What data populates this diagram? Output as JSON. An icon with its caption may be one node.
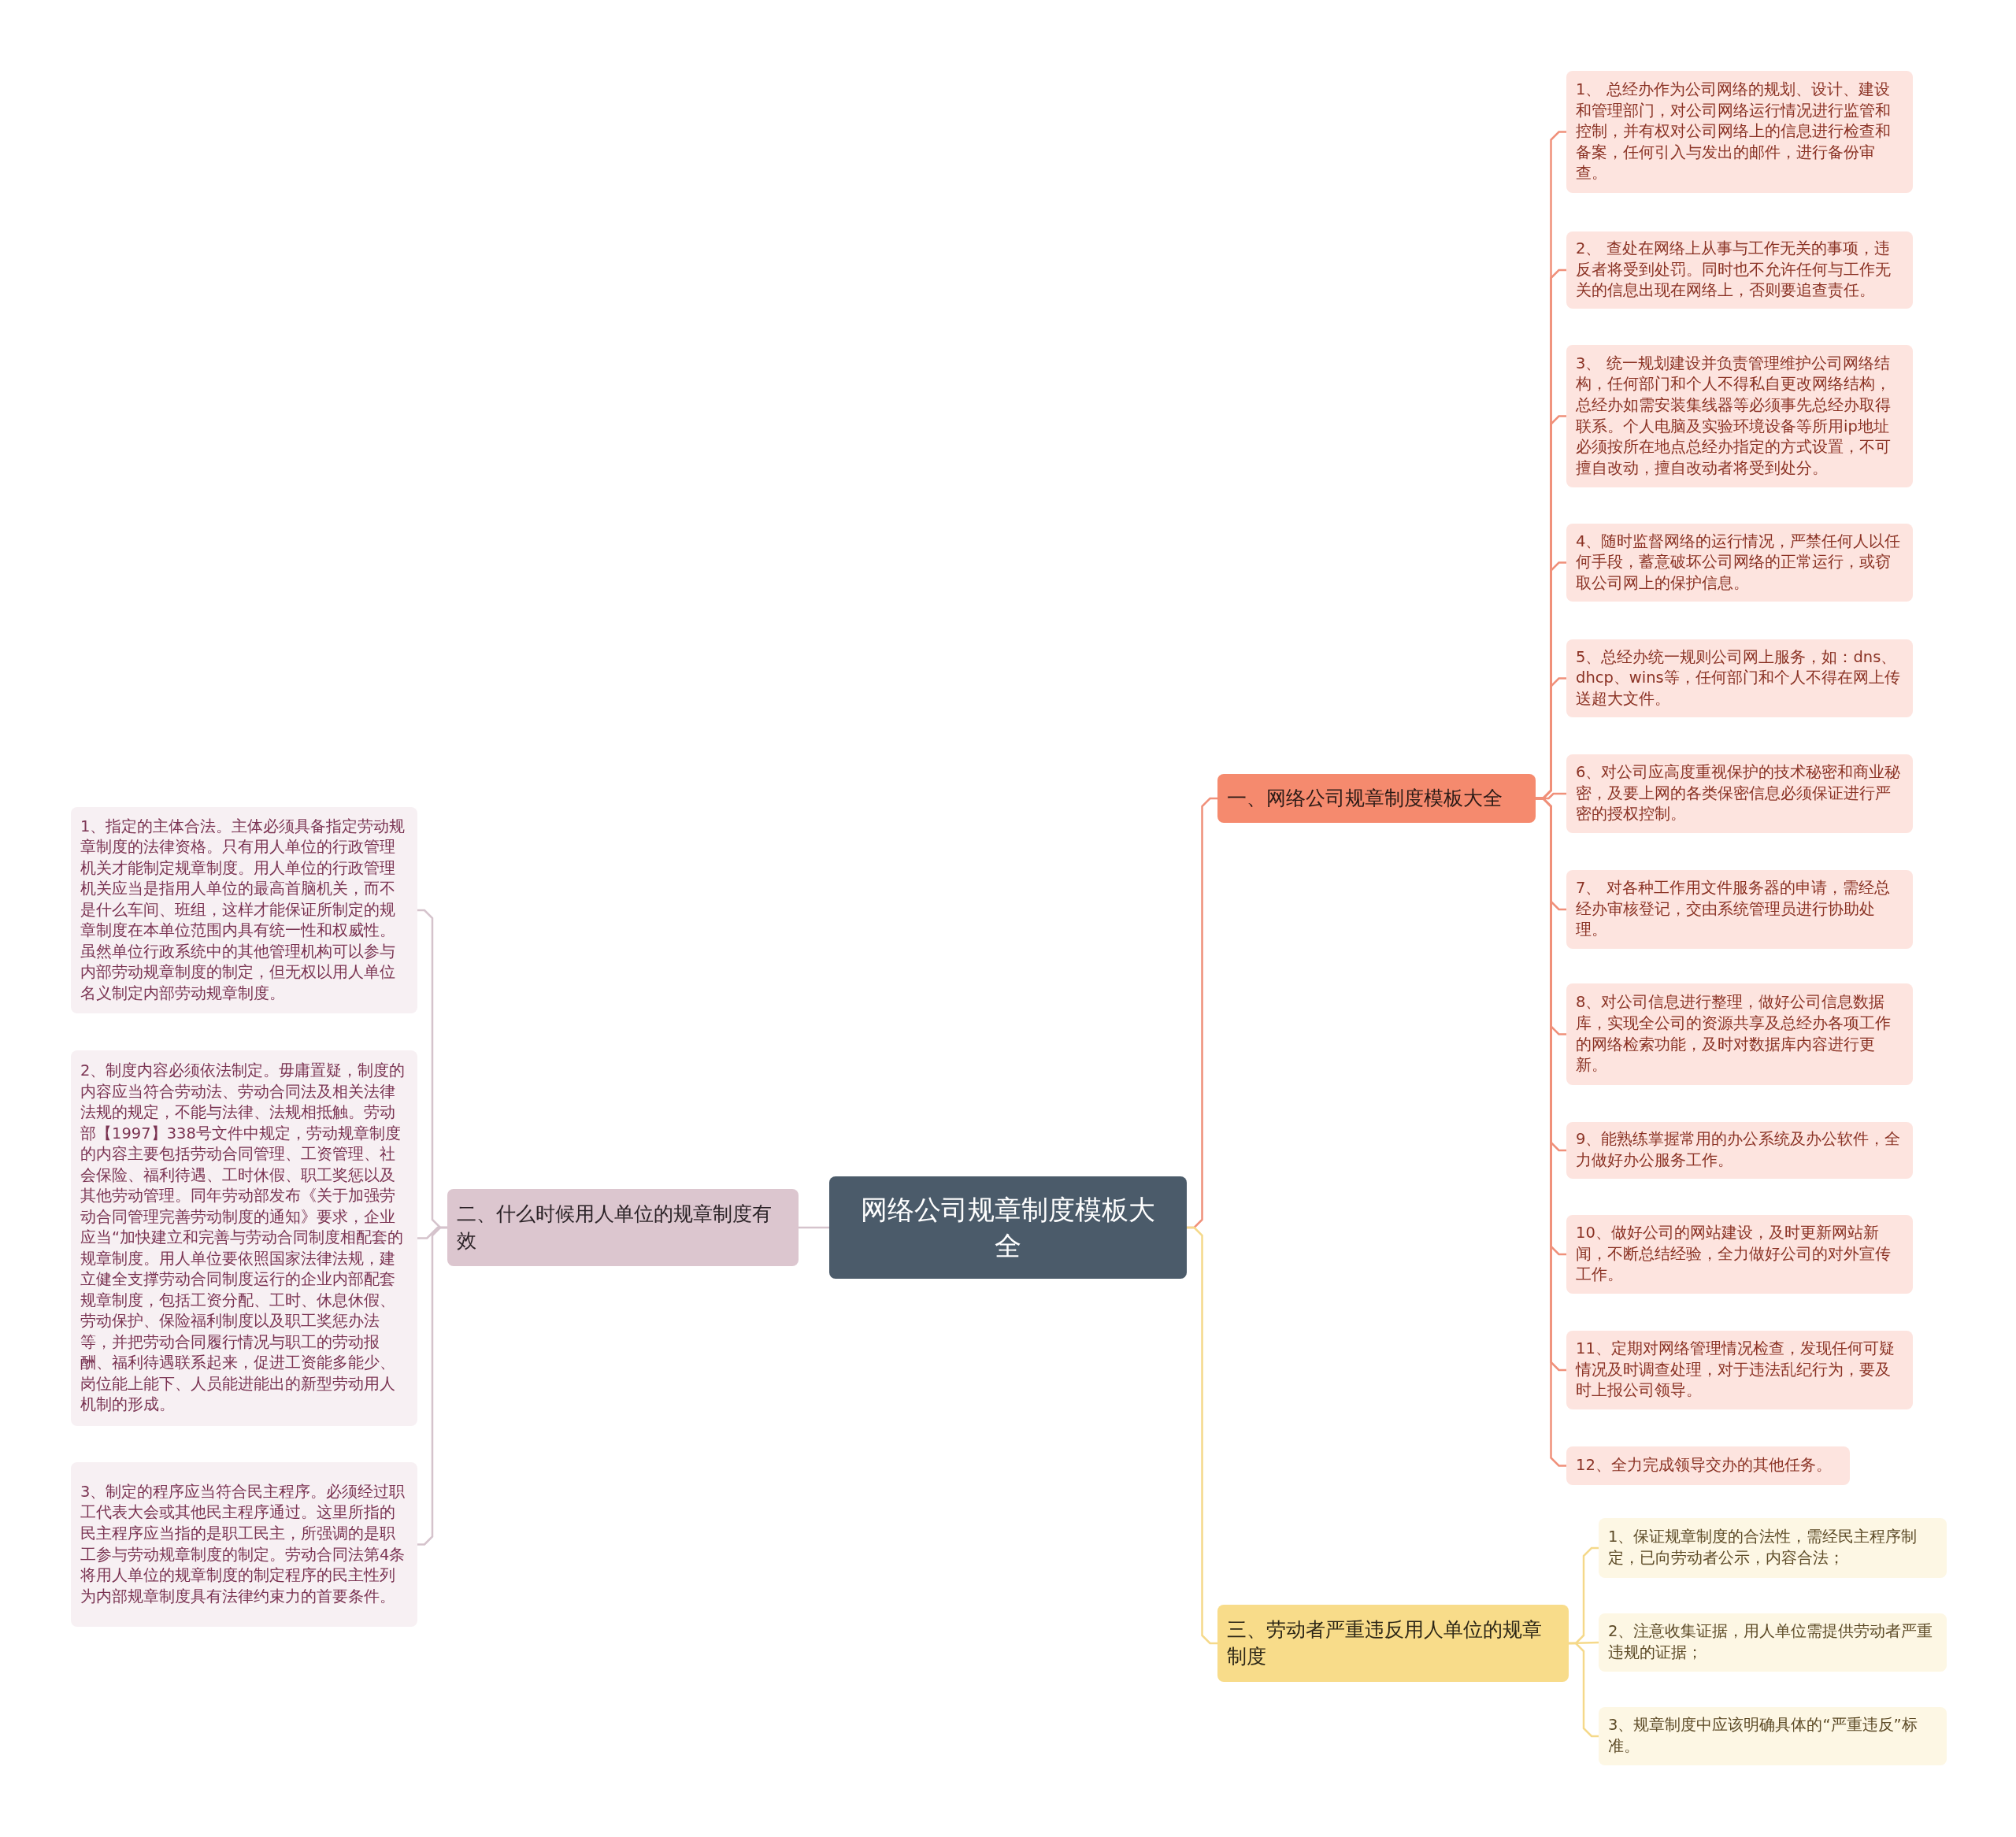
{
  "diagram": {
    "nodes": [
      {
        "text": [
          "网络公司规章制度模板大全"
        ]
      },
      {
        "text": [
          "一、网络公司规章制度模板大全"
        ]
      },
      {
        "text": [
          "1、 总经办作为公司网络的规划、设计、建设和管理部门，对公司网络运行情况进行监管和控制，并有权对公司网络上的信息进行检查和备案，任何引入与发出的邮件，进行备份审查。"
        ]
      },
      {
        "text": [
          "2、 查处在网络上从事与工作无关的事项，违反者将受到处罚。同时也不允许任何与工作无关的信息出现在网络上，否则要追查责任。"
        ]
      },
      {
        "text": [
          "3、 统一规划建设并负责管理维护公司网络结构，任何部门和个人不得私自更改网络结构，总经办如需安装集线器等必须事先总经办取得联系。个人电脑及实验环境设备等所用ip地址必须按所在地点总经办指定的方式设置，不可擅自改动，擅自改动者将受到处分。"
        ]
      },
      {
        "text": [
          "4、随时监督网络的运行情况，严禁任何人以任何手段，蓄意破坏公司网络的正常运行，或窃取公司网上的保护信息。"
        ]
      },
      {
        "text": [
          "5、总经办统一规则公司网上服务，如：dns、dhcp、wins等，任何部门和个人不得在网上传送超大文件。"
        ]
      },
      {
        "text": [
          "6、对公司应高度重视保护的技术秘密和商业秘密，及要上网的各类保密信息必须保证进行严密的授权控制。"
        ]
      },
      {
        "text": [
          "7、 对各种工作用文件服务器的申请，需经总经办审核登记，交由系统管理员进行协助处理。"
        ]
      },
      {
        "text": [
          "8、对公司信息进行整理，做好公司信息数据库，实现全公司的资源共享及总经办各项工作的网络检索功能，及时对数据库内容进行更新。"
        ]
      },
      {
        "text": [
          "9、能熟练掌握常用的办公系统及办公软件，全力做好办公服务工作。"
        ]
      },
      {
        "text": [
          "10、做好公司的网站建设，及时更新网站新闻，不断总结经验，全力做好公司的对外宣传工作。"
        ]
      },
      {
        "text": [
          "11、定期对网络管理情况检查，发现任何可疑情况及时调查处理，对于违法乱纪行为，要及时上报公司领导。"
        ]
      },
      {
        "text": [
          "12、全力完成领导交办的其他任务。"
        ]
      },
      {
        "text": [
          "二、什么时候用人单位的规章制度有效"
        ]
      },
      {
        "text": [
          "1、指定的主体合法。主体必须具备指定劳动规章制度的法律资格。只有用人单位的行政管理机关才能制定规章制度。用人单位的行政管理机关应当是指用人单位的最高首脑机关，而不是什么车间、班组，这样才能保证所制定的规章制度在本单位范围内具有统一性和权威性。虽然单位行政系统中的其他管理机构可以参与内部劳动规章制度的制定，但无权以用人单位名义制定内部劳动规章制度。"
        ]
      },
      {
        "text": [
          "2、制度内容必须依法制定。毋庸置疑，制度的内容应当符合劳动法、劳动合同法及相关法律法规的规定，不能与法律、法规相抵触。劳动部【1997】338号文件中规定，劳动规章制度的内容主要包括劳动合同管理、工资管理、社会保险、福利待遇、工时休假、职工奖惩以及其他劳动管理。同年劳动部发布《关于加强劳动合同管理完善劳动制度的通知》要求，企业应当“加快建立和完善与劳动合同制度相配套的规章制度。用人单位要依照国家法律法规，建立健全支撑劳动合同制度运行的企业内部配套规章制度，包括工资分配、工时、休息休假、劳动保护、保险福利制度以及职工奖惩办法等，并把劳动合同履行情况与职工的劳动报酬、福利待遇联系起来，促进工资能多能少、岗位能上能下、人员能进能出的新型劳动用人机制的形成。"
        ]
      },
      {
        "text": [
          "3、制定的程序应当符合民主程序。必须经过职工代表大会或其他民主程序通过。这里所指的民主程序应当指的是职工民主，所强调的是职工参与劳动规章制度的制定。劳动合同法第4条将用人单位的规章制度的制定程序的民主性列为内部规章制度具有法律约束力的首要条件。"
        ]
      },
      {
        "text": [
          "三、劳动者严重违反用人单位的规章制度"
        ]
      },
      {
        "text": [
          "1、保证规章制度的合法性，需经民主程序制定，已向劳动者公示，内容合法；"
        ]
      },
      {
        "text": [
          "2、注意收集证据，用人单位需提供劳动者严重违规的证据；"
        ]
      },
      {
        "text": [
          "3、规章制度中应该明确具体的“严重违反”标准。"
        ]
      }
    ],
    "edges": [
      {
        "from": 0,
        "to": 1,
        "arrow": "none"
      },
      {
        "from": 1,
        "to": 2,
        "arrow": "none"
      },
      {
        "from": 1,
        "to": 3,
        "arrow": "none"
      },
      {
        "from": 1,
        "to": 4,
        "arrow": "none"
      },
      {
        "from": 1,
        "to": 5,
        "arrow": "none"
      },
      {
        "from": 1,
        "to": 6,
        "arrow": "none"
      },
      {
        "from": 1,
        "to": 7,
        "arrow": "none"
      },
      {
        "from": 1,
        "to": 8,
        "arrow": "none"
      },
      {
        "from": 1,
        "to": 9,
        "arrow": "none"
      },
      {
        "from": 1,
        "to": 10,
        "arrow": "none"
      },
      {
        "from": 1,
        "to": 11,
        "arrow": "none"
      },
      {
        "from": 1,
        "to": 12,
        "arrow": "none"
      },
      {
        "from": 1,
        "to": 13,
        "arrow": "none"
      },
      {
        "from": 0,
        "to": 14,
        "arrow": "none",
        "color": "#d5c3cc"
      },
      {
        "from": 14,
        "to": 15,
        "arrow": "none",
        "color": "#d5c3cc"
      },
      {
        "from": 14,
        "to": 16,
        "arrow": "none",
        "color": "#d5c3cc"
      },
      {
        "from": 14,
        "to": 17,
        "arrow": "none",
        "color": "#d5c3cc"
      },
      {
        "from": 0,
        "to": 18,
        "arrow": "none",
        "color": "#f5d98a"
      },
      {
        "from": 18,
        "to": 19,
        "arrow": "none",
        "color": "#f5d98a"
      },
      {
        "from": 18,
        "to": 20,
        "arrow": "none",
        "color": "#f5d98a"
      },
      {
        "from": 18,
        "to": 21,
        "arrow": "none",
        "color": "#f5d98a"
      }
    ]
  }
}
